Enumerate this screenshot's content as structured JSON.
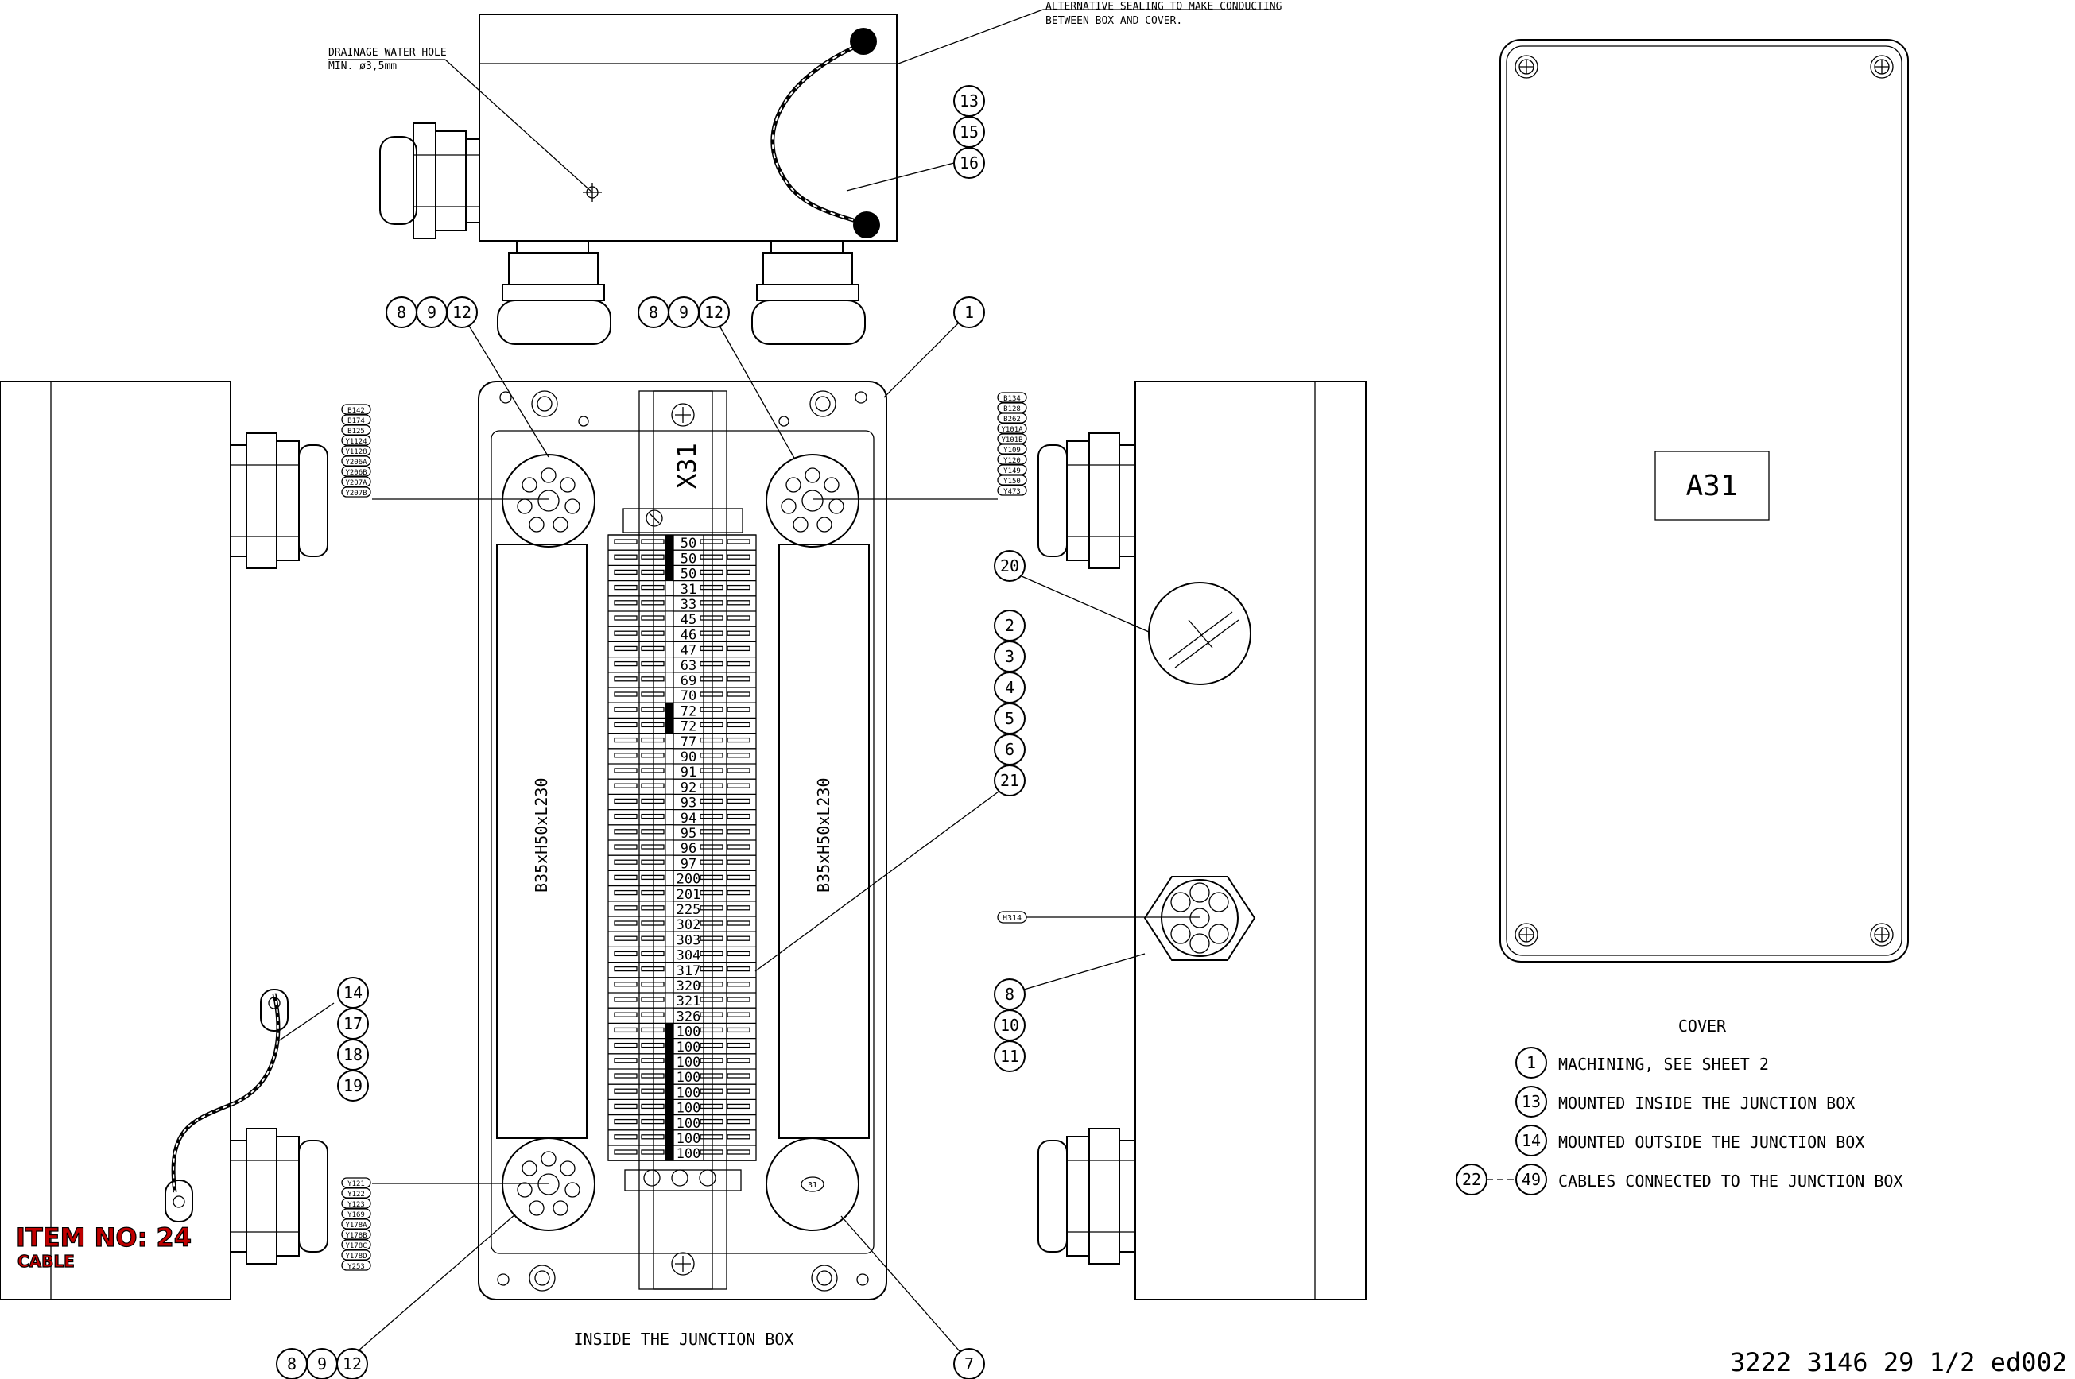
{
  "notes": {
    "drainage_line1": "DRAINAGE WATER HOLE",
    "drainage_line2": "MIN. ø3,5mm",
    "sealing_line1": "ALTERNATIVE SEALING TO MAKE CONDUCTING",
    "sealing_line2": "BETWEEN BOX AND COVER."
  },
  "terminal_block_tag": "X31",
  "rail_label": "B35xH50xL230",
  "inside_label": "INSIDE THE JUNCTION BOX",
  "cover_tag": "A31",
  "small_gland_label": "31",
  "h314_tag": "H314",
  "item_no": "ITEM NO: 24",
  "item_sub": "CABLE",
  "doc_number": "3222 3146 29 1/2 ed002",
  "terminal_numbers": [
    "50",
    "50",
    "50",
    "31",
    "33",
    "45",
    "46",
    "47",
    "63",
    "69",
    "70",
    "72",
    "72",
    "77",
    "90",
    "91",
    "92",
    "93",
    "94",
    "95",
    "96",
    "97",
    "200",
    "201",
    "225",
    "302",
    "303",
    "304",
    "317",
    "320",
    "321",
    "326",
    "100",
    "100",
    "100",
    "100",
    "100",
    "100",
    "100",
    "100",
    "100"
  ],
  "left_top_cables": [
    "B142",
    "B174",
    "B125",
    "Y1124",
    "Y1128",
    "Y206A",
    "Y206B",
    "Y207A",
    "Y207B"
  ],
  "left_bottom_cables": [
    "Y121",
    "Y122",
    "Y123",
    "Y169",
    "Y178A",
    "Y178B",
    "Y178C",
    "Y178D",
    "Y253"
  ],
  "right_top_cables": [
    "B134",
    "B128",
    "B262",
    "Y101A",
    "Y101B",
    "Y109",
    "Y120",
    "Y149",
    "Y150",
    "Y473"
  ],
  "balloons": {
    "b13": "13",
    "b15": "15",
    "b16": "16",
    "g1_8": "8",
    "g1_9": "9",
    "g1_12": "12",
    "g2_8": "8",
    "g2_9": "9",
    "g2_12": "12",
    "b1": "1",
    "b20": "20",
    "b2": "2",
    "b3": "3",
    "b4": "4",
    "b5": "5",
    "b6": "6",
    "b21": "21",
    "b8": "8",
    "b10": "10",
    "b11": "11",
    "b14": "14",
    "b17": "17",
    "b18": "18",
    "b19": "19",
    "g3_8": "8",
    "g3_9": "9",
    "g3_12": "12",
    "b7": "7"
  },
  "legend": {
    "title": "COVER",
    "rows": [
      {
        "num": "1",
        "text": "MACHINING, SEE SHEET 2"
      },
      {
        "num": "13",
        "text": "MOUNTED INSIDE THE JUNCTION BOX"
      },
      {
        "num": "14",
        "text": "MOUNTED OUTSIDE THE JUNCTION BOX"
      }
    ],
    "range_from": "22",
    "range_to": "49",
    "range_text": "CABLES CONNECTED TO THE JUNCTION BOX"
  }
}
